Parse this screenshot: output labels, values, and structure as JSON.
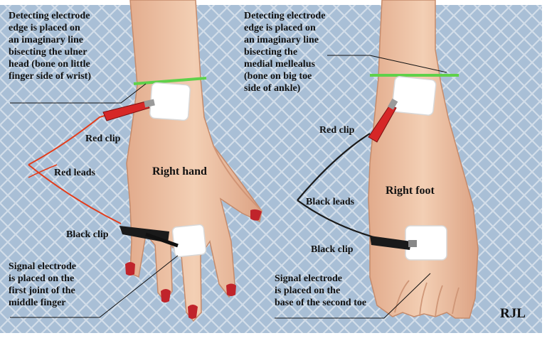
{
  "labels": {
    "hand_detecting": "Detecting electrode\nedge is placed on\nan imaginary line\nbisecting the ulner\nhead (bone on little\nfinger side of wrist)",
    "foot_detecting": "Detecting electrode\nedge is placed on\nan imaginary line\nbisecting the\nmedial mellealus\n(bone on big toe\nside of ankle)",
    "hand_red_clip": "Red clip",
    "hand_red_leads": "Red leads",
    "hand_title": "Right hand",
    "hand_black_clip": "Black clip",
    "hand_signal": "Signal electrode\nis placed on the\nfirst joint of the\nmiddle finger",
    "foot_red_clip": "Red clip",
    "foot_black_leads": "Black leads",
    "foot_title": "Right foot",
    "foot_black_clip": "Black clip",
    "foot_signal": "Signal electrode\nis placed on the\nbase of the second toe",
    "signature": "RJL"
  },
  "colors": {
    "background": "#a9bfd6",
    "lattice": "#d2dde9",
    "skin": "#eec3a6",
    "skin_shadow": "#d9a283",
    "nail": "#c0242b",
    "electrode": "#ffffff",
    "wrist_line": "#5fd14a",
    "red_lead": "#e23d1c",
    "black_lead": "#1a1a1a"
  }
}
